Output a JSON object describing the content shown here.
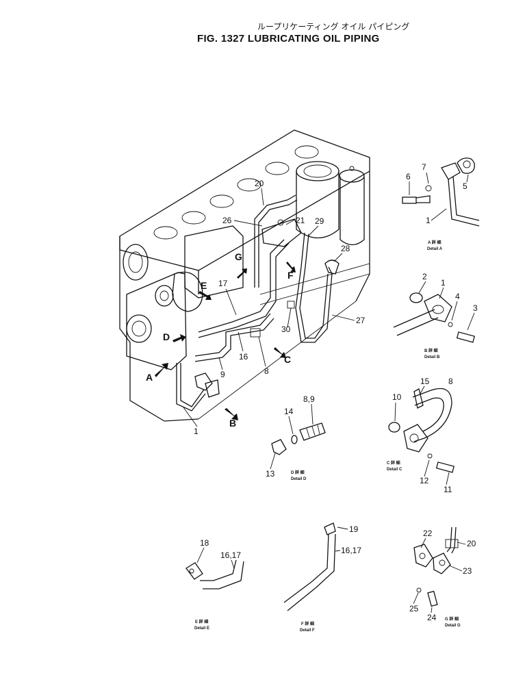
{
  "header": {
    "japanese_title": "ループリケーティング オイル パイピング",
    "figure_title": "FIG. 1327  LUBRICATING OIL PIPING"
  },
  "callouts": {
    "c1": "1",
    "c2": "2",
    "c3": "3",
    "c4": "4",
    "c5": "5",
    "c6": "6",
    "c7": "7",
    "c8": "8",
    "c9": "9",
    "c10": "10",
    "c11": "11",
    "c12": "12",
    "c13": "13",
    "c14": "14",
    "c15": "15",
    "c16": "16",
    "c17": "17",
    "c18": "18",
    "c19": "19",
    "c20": "20",
    "c21": "21",
    "c22": "22",
    "c23": "23",
    "c24": "24",
    "c25": "25",
    "c26": "26",
    "c27": "27",
    "c28": "28",
    "c29": "29",
    "c30": "30",
    "c89": "8,9",
    "c1617": "16,17"
  },
  "view_arrows": [
    "A",
    "B",
    "C",
    "D",
    "E",
    "F",
    "G"
  ],
  "details": [
    {
      "id": "A",
      "jp": "A 詳 細",
      "en": "Detail  A"
    },
    {
      "id": "B",
      "jp": "B 詳 細",
      "en": "Detail  B"
    },
    {
      "id": "C",
      "jp": "C 詳 細",
      "en": "Detail  C"
    },
    {
      "id": "D",
      "jp": "D 詳 細",
      "en": "Detail  D"
    },
    {
      "id": "E",
      "jp": "E 詳 細",
      "en": "Detail  E"
    },
    {
      "id": "F",
      "jp": "F 詳 細",
      "en": "Detail  F"
    },
    {
      "id": "G",
      "jp": "G 詳 細",
      "en": "Detail  G"
    }
  ]
}
